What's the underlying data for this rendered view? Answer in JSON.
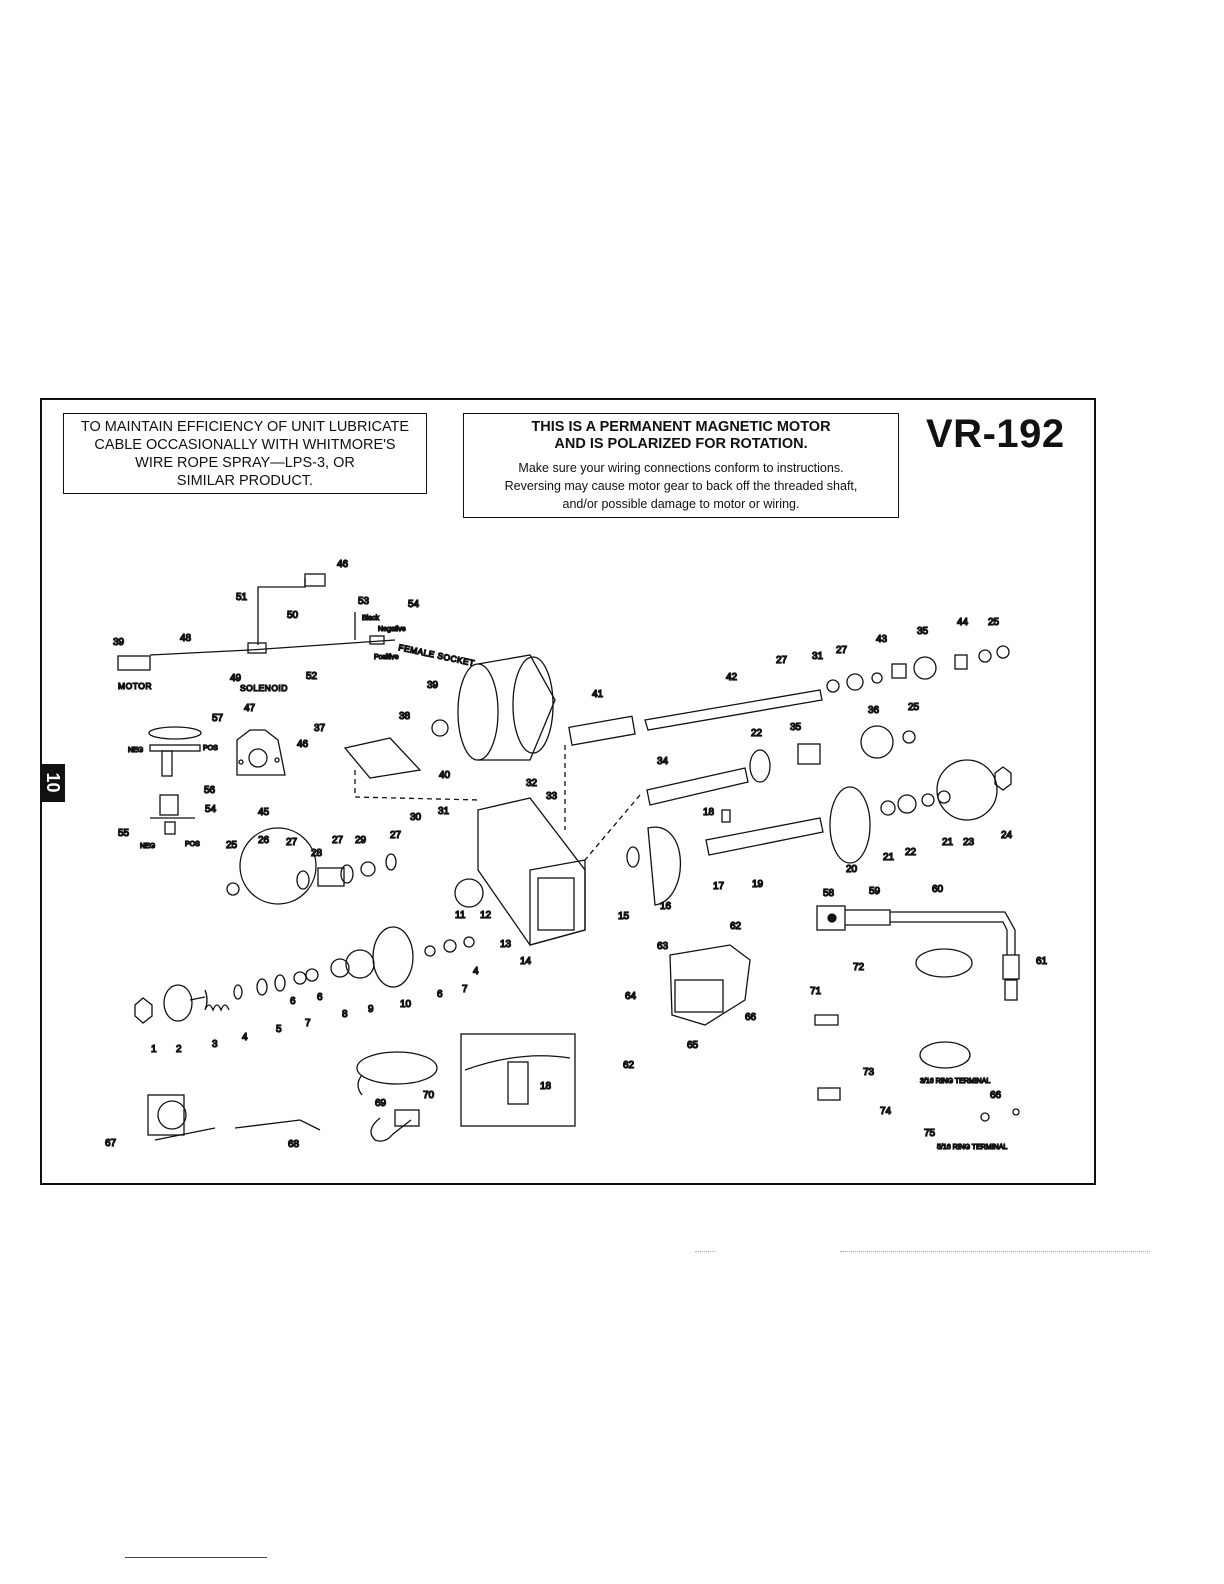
{
  "notice_lubricate": {
    "line1": "TO MAINTAIN EFFICIENCY OF UNIT LUBRICATE",
    "line2": "CABLE OCCASIONALLY WITH WHITMORE'S",
    "line3": "WIRE ROPE SPRAY—LPS-3, OR",
    "line4": "SIMILAR PRODUCT."
  },
  "notice_motor": {
    "heading1": "THIS IS A PERMANENT MAGNETIC MOTOR",
    "heading2": "AND IS POLARIZED FOR ROTATION.",
    "body1": "Make sure your wiring connections conform to instructions.",
    "body2": "Reversing may cause motor gear to back off the threaded shaft,",
    "body3": "and/or possible damage to motor or wiring."
  },
  "model": "VR-192",
  "page_tab": "10",
  "diagram": {
    "labels": {
      "motor": "MOTOR",
      "solenoid": "SOLENOID",
      "female_socket": "FEMALE SOCKET",
      "black": "Black",
      "negative": "Negative",
      "positive": "Positive",
      "neg1": "NEG",
      "pos1": "POS",
      "neg2": "NEG",
      "pos2": "POS",
      "ring_316": "3/16 RING TERMINAL",
      "ring_516": "5/16 RING TERMINAL"
    },
    "part_numbers": {
      "p46": "46",
      "p51": "51",
      "p50": "50",
      "p53": "53",
      "p54": "54",
      "p39a": "39",
      "p48": "48",
      "p49": "49",
      "p52": "52",
      "p57": "57",
      "p47": "47",
      "p46b": "46",
      "p37": "37",
      "p38": "38",
      "p39b": "39",
      "p40": "40",
      "p41": "41",
      "p42": "42",
      "p27a": "27",
      "p31a": "31",
      "p27b": "27",
      "p43": "43",
      "p35a": "35",
      "p44": "44",
      "p25a": "25",
      "p36": "36",
      "p25b": "25",
      "p22a": "22",
      "p35b": "35",
      "p34": "34",
      "p45": "45",
      "p56": "56",
      "p54b": "54",
      "p55": "55",
      "p32": "32",
      "p33": "33",
      "p30": "30",
      "p31b": "31",
      "p18a": "18",
      "p25c": "25",
      "p26": "26",
      "p27c": "27",
      "p28": "28",
      "p27d": "27",
      "p29": "29",
      "p27e": "27",
      "p11": "11",
      "p12": "12",
      "p13": "13",
      "p14": "14",
      "p15": "15",
      "p16": "16",
      "p17": "17",
      "p19": "19",
      "p20": "20",
      "p21a": "21",
      "p22b": "22",
      "p21b": "21",
      "p23": "23",
      "p24": "24",
      "p58": "58",
      "p59": "59",
      "p60": "60",
      "p61": "61",
      "p62a": "62",
      "p63": "63",
      "p64": "64",
      "p65": "65",
      "p66a": "66",
      "p62b": "62",
      "p72": "72",
      "p71": "71",
      "p1": "1",
      "p2": "2",
      "p3": "3",
      "p4a": "4",
      "p5": "5",
      "p6a": "6",
      "p6b": "6",
      "p7a": "7",
      "p8": "8",
      "p9": "9",
      "p10": "10",
      "p6c": "6",
      "p7b": "7",
      "p4b": "4",
      "p69": "69",
      "p70": "70",
      "p18b": "18",
      "p67": "67",
      "p68": "68",
      "p73": "73",
      "p74": "74",
      "p66b": "66",
      "p75": "75"
    }
  }
}
